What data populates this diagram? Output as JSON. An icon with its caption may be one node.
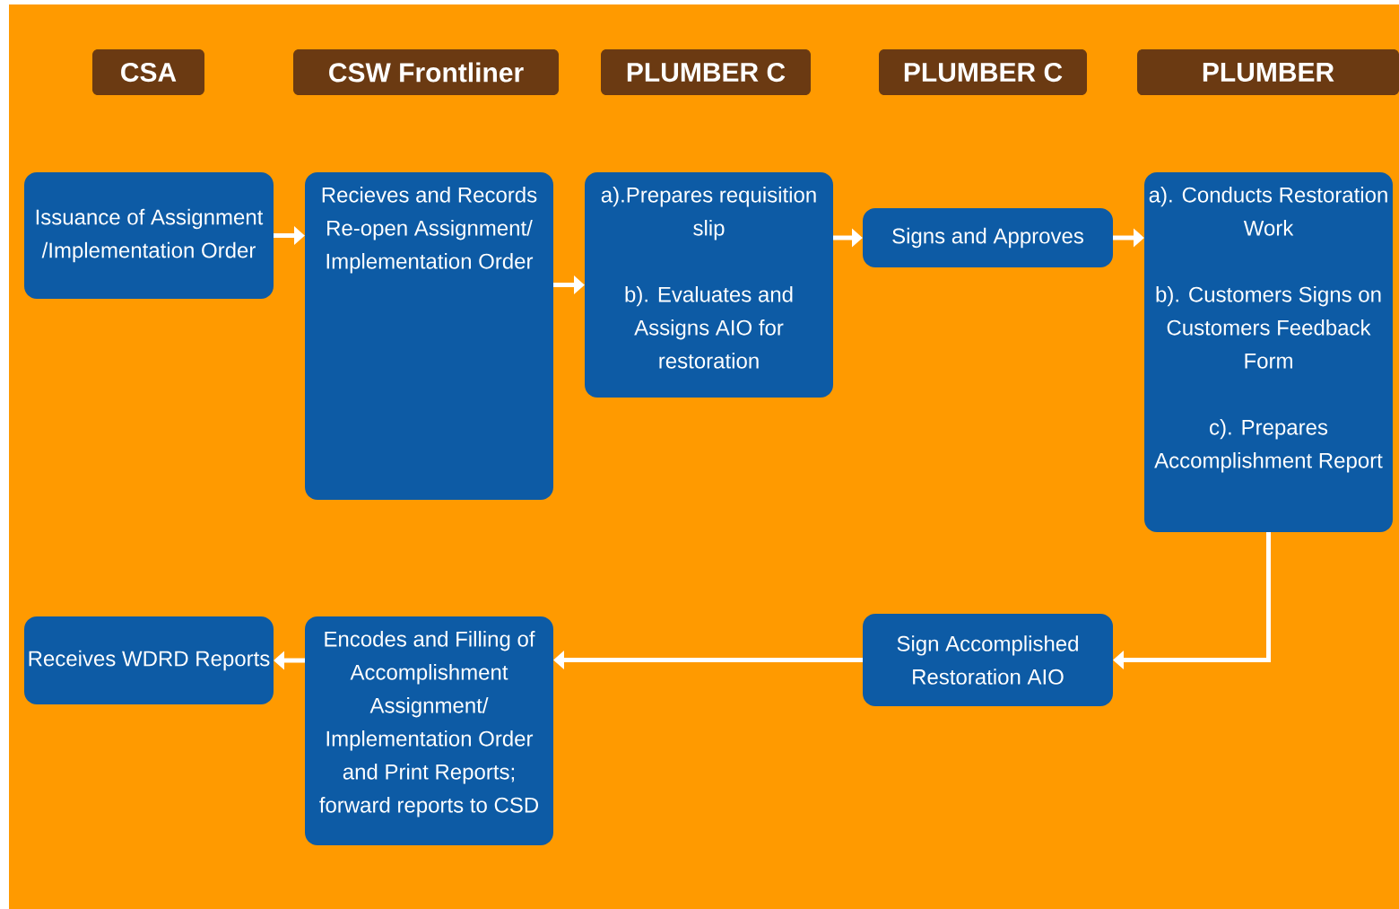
{
  "diagram": {
    "nodes": [
      {
        "text": [
          "CSA"
        ]
      },
      {
        "text": [
          "CSW Frontliner"
        ]
      },
      {
        "text": [
          "PLUMBER C"
        ]
      },
      {
        "text": [
          "PLUMBER C"
        ]
      },
      {
        "text": [
          "PLUMBER"
        ]
      },
      {
        "text": [
          "Issuance of Assignment /Implementation Order"
        ]
      },
      {
        "text": [
          "Recieves and Records Re-open Assignment/ Implementation Order"
        ]
      },
      {
        "text": [
          "a).Prepares requisition slip",
          "b). Evaluates and Assigns AIO for restoration"
        ]
      },
      {
        "text": [
          "Signs and Approves"
        ]
      },
      {
        "text": [
          "a). Conducts Restoration Work",
          "b). Customers Signs on Customers Feedback Form",
          "c). Prepares Accomplishment Report"
        ]
      },
      {
        "text": [
          "Receives WDRD Reports"
        ]
      },
      {
        "text": [
          "Encodes and Filling of Accomplishment Assignment/ Implementation Order and Print Reports; forward reports to CSD"
        ]
      },
      {
        "text": [
          "Sign Accomplished Restoration AIO"
        ]
      }
    ],
    "edges": [
      {
        "from": 5,
        "to": 6,
        "arrow": "to"
      },
      {
        "from": 6,
        "to": 7,
        "arrow": "to"
      },
      {
        "from": 7,
        "to": 8,
        "arrow": "to"
      },
      {
        "from": 8,
        "to": 9,
        "arrow": "to"
      },
      {
        "from": 9,
        "to": 12,
        "arrow": "to"
      },
      {
        "from": 12,
        "to": 11,
        "arrow": "to"
      },
      {
        "from": 11,
        "to": 10,
        "arrow": "to"
      }
    ]
  }
}
